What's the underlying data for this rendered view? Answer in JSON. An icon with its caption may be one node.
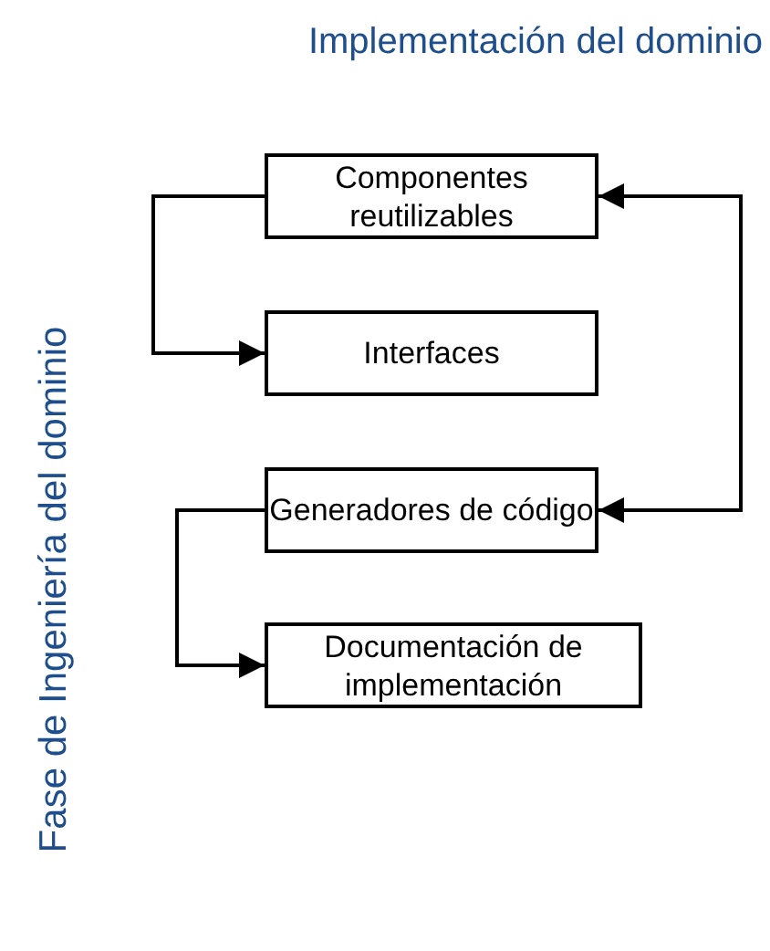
{
  "diagram": {
    "title": "Implementación del dominio",
    "nodes": [
      {
        "text": [
          "Componentes reutilizables"
        ]
      },
      {
        "text": [
          "Interfaces"
        ]
      },
      {
        "text": [
          "Generadores de código"
        ]
      },
      {
        "text": [
          "Documentación de implementación"
        ]
      }
    ],
    "edges": [
      {
        "from": 0,
        "to": 1,
        "arrow": "to"
      },
      {
        "from": 2,
        "to": 0,
        "arrow": "both"
      },
      {
        "from": 2,
        "to": 3,
        "arrow": "to"
      }
    ],
    "labels": [
      "Fase de Ingeniería del dominio"
    ]
  }
}
